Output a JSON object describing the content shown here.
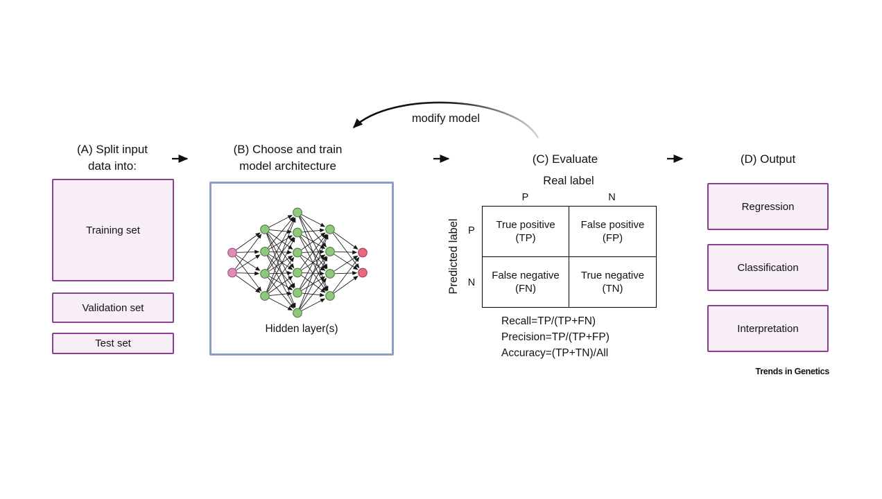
{
  "page": {
    "background": "#ffffff",
    "journal_label": "Trends in Genetics"
  },
  "colors": {
    "purple_border": "#8a3f8f",
    "purple_fill": "#f7eef8",
    "network_box_border": "#8e9dc3",
    "node_green_fill": "#90c97d",
    "node_green_stroke": "#4c7c3f",
    "node_pink_fill": "#df8cb5",
    "node_pink_stroke": "#a84b7d",
    "node_red_fill": "#e5697f",
    "node_red_stroke": "#aa3a52",
    "edge": "#161616",
    "flow_arrow": "#101010"
  },
  "section_a": {
    "title": [
      "(A) Split input",
      "data into:"
    ],
    "boxes": [
      "Training set",
      "Validation set",
      "Test set"
    ]
  },
  "section_b": {
    "title": [
      "(B) Choose and train",
      "model architecture"
    ],
    "caption": "Hidden layer(s)"
  },
  "modify_arrow": {
    "label": "modify model"
  },
  "section_c": {
    "title": "(C) Evaluate",
    "real_label": "Real label",
    "predicted_label": "Predicted label",
    "col_headers": [
      "P",
      "N"
    ],
    "row_headers": [
      "P",
      "N"
    ],
    "cells": {
      "tp": [
        "True positive",
        "(TP)"
      ],
      "fp": [
        "False positive",
        "(FP)"
      ],
      "fn": [
        "False negative",
        "(FN)"
      ],
      "tn": [
        "True negative",
        "(TN)"
      ]
    },
    "metrics": [
      "Recall=TP/(TP+FN)",
      "Precision=TP/(TP+FP)",
      "Accuracy=(TP+TN)/All"
    ]
  },
  "section_d": {
    "title": "(D) Output",
    "boxes": [
      "Regression",
      "Classification",
      "Interpretation"
    ]
  },
  "network": {
    "layers": [
      {
        "count": 2,
        "type": "input"
      },
      {
        "count": 4,
        "type": "hidden"
      },
      {
        "count": 6,
        "type": "hidden"
      },
      {
        "count": 4,
        "type": "hidden"
      },
      {
        "count": 2,
        "type": "output"
      }
    ]
  }
}
